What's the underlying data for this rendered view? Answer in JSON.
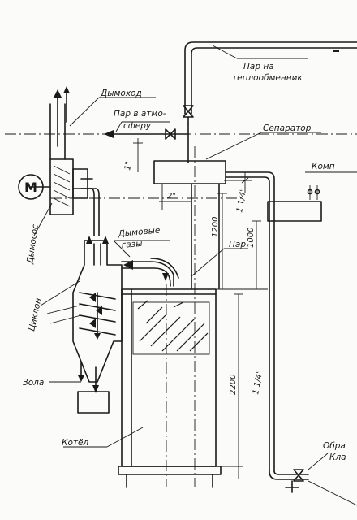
{
  "labels": {
    "steam_to_exchanger_line1": "Пар на",
    "steam_to_exchanger_line2": "теплообменник",
    "chimney": "Дымоход",
    "steam_to_atm_line1": "Пар в атмо-",
    "steam_to_atm_line2": "сферу",
    "separator": "Сепаратор",
    "compressor_partial": "Комп",
    "flue_gases_line1": "Дымовые",
    "flue_gases_line2": "газы",
    "steam": "Пар",
    "smoke_exhauster": "Дымосос",
    "cyclone": "Циклон",
    "ash": "Зола",
    "boiler": "Котёл",
    "return_partial_line1": "Обра",
    "return_partial_line2": "Кла",
    "motor_symbol": "M"
  },
  "dimensions": {
    "d_steam_to_atm": "1\"",
    "d_2": "2\"",
    "d_1_1_4_top": "1 1/4\"",
    "h_1200": "1200",
    "h_1000": "1000",
    "h_2200": "2200",
    "d_1_1_4_mid": "1 1/4\""
  }
}
